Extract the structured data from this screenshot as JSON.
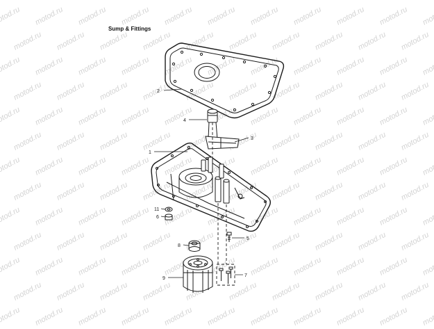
{
  "title": "Sump & Fittings",
  "watermark": "motod.ru",
  "callouts": [
    {
      "id": "2",
      "label": "2"
    },
    {
      "id": "4",
      "label": "4"
    },
    {
      "id": "3",
      "label": "3"
    },
    {
      "id": "1",
      "label": "1"
    },
    {
      "id": "11",
      "label": "11"
    },
    {
      "id": "6",
      "label": "6"
    },
    {
      "id": "5",
      "label": "5"
    },
    {
      "id": "8",
      "label": "8"
    },
    {
      "id": "9",
      "label": "9"
    },
    {
      "id": "7",
      "label": "7"
    }
  ]
}
